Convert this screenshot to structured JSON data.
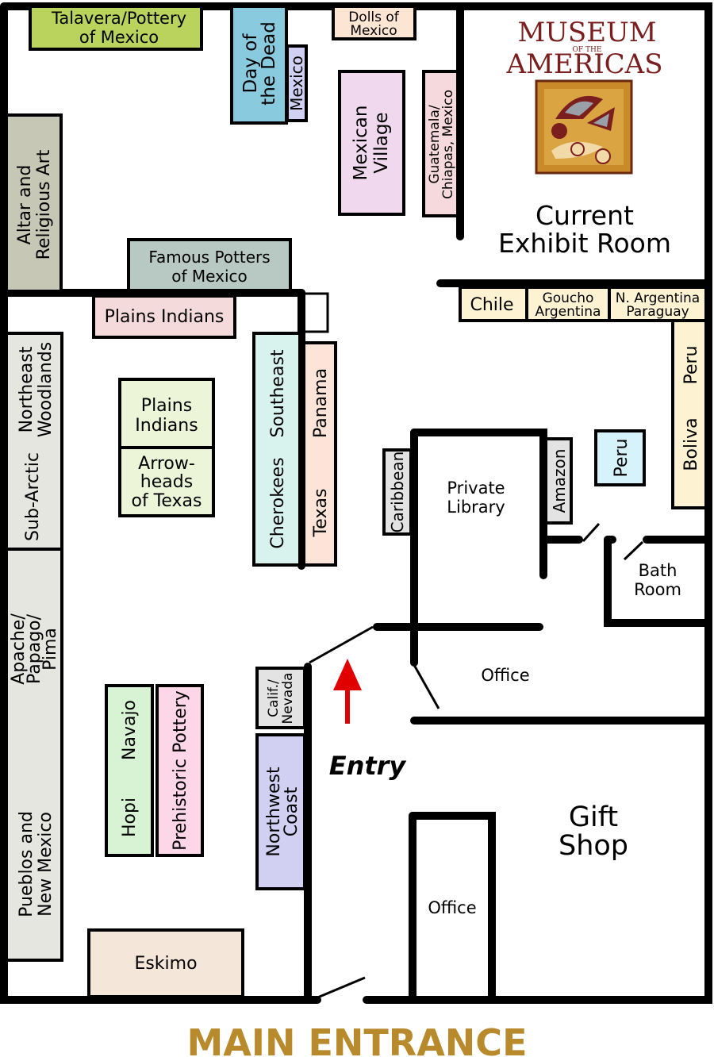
{
  "map": {
    "logo": {
      "line1": "MUSEUM",
      "of_the": "OF THE",
      "line2": "AMERICAS"
    },
    "rooms": {
      "current_exhibit": [
        "Current",
        "Exhibit Room"
      ],
      "private_library": [
        "Private",
        "Library"
      ],
      "bath_room": [
        "Bath",
        "Room"
      ],
      "office_upper": "Office",
      "office_lower": "Office",
      "gift_shop": [
        "Gift",
        "Shop"
      ]
    },
    "exhibits": {
      "talavera": [
        "Talavera/Pottery",
        "of Mexico"
      ],
      "day_of_dead": [
        "Day of",
        "the Dead"
      ],
      "mexico_small": "Mexico",
      "dolls": [
        "Dolls of",
        "Mexico"
      ],
      "mexican_village": [
        "Mexican",
        "Village"
      ],
      "guatemala": [
        "Guatemala/",
        "Chiapas, Mexico"
      ],
      "altar": [
        "Altar and",
        "Religious Art"
      ],
      "famous_potters": [
        "Famous Potters",
        "of Mexico"
      ],
      "plains_indians_top": "Plains Indians",
      "northeast": [
        "Northeast",
        "Woodlands"
      ],
      "subarctic": "Sub-Arctic",
      "apache": [
        "Apache/",
        "Papago/",
        "Pima"
      ],
      "pueblos": [
        "Pueblos and",
        "New Mexico"
      ],
      "plains_indians_center": [
        "Plains",
        "Indians"
      ],
      "arrowheads": [
        "Arrow-",
        "heads",
        "of Texas"
      ],
      "southeast": "Southeast",
      "cherokees": "Cherokees",
      "panama": "Panama",
      "texas": "Texas",
      "chile": "Chile",
      "goucho": [
        "Goucho",
        "Argentina"
      ],
      "n_argentina": [
        "N. Argentina",
        "Paraguay"
      ],
      "peru_right": "Peru",
      "bolivia": "Boliva",
      "caribbean": "Caribbean",
      "amazon": "Amazon",
      "peru_small": "Peru",
      "calif_nevada": [
        "Calif./",
        "Nevada"
      ],
      "northwest_coast": [
        "Northwest",
        "Coast"
      ],
      "navajo": "Navajo",
      "hopi": "Hopi",
      "prehistoric_pottery": "Prehistoric Pottery",
      "eskimo": "Eskimo"
    },
    "entry_label": "Entry",
    "main_entrance": "MAIN ENTRANCE",
    "colors": {
      "entrance_text": "#b88a2c",
      "entry_arrow": "#e00000",
      "logo": "#7a1e1e"
    }
  }
}
